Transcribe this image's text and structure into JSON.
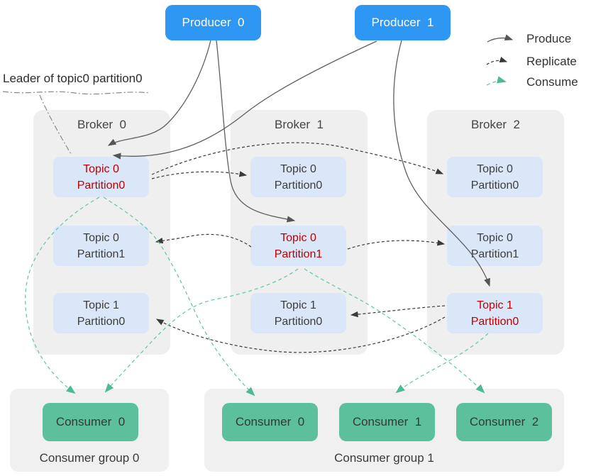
{
  "annotation": {
    "leader_note": "Leader of topic0 partition0"
  },
  "producers": [
    {
      "label": "Producer  0"
    },
    {
      "label": "Producer  1"
    }
  ],
  "brokers": [
    {
      "title": "Broker  0",
      "partitions": [
        {
          "line1": "Topic 0",
          "line2": "Partition0",
          "leader": true
        },
        {
          "line1": "Topic 0",
          "line2": "Partition1",
          "leader": false
        },
        {
          "line1": "Topic 1",
          "line2": "Partition0",
          "leader": false
        }
      ]
    },
    {
      "title": "Broker  1",
      "partitions": [
        {
          "line1": "Topic 0",
          "line2": "Partition0",
          "leader": false
        },
        {
          "line1": "Topic 0",
          "line2": "Partition1",
          "leader": true
        },
        {
          "line1": "Topic 1",
          "line2": "Partition0",
          "leader": false
        }
      ]
    },
    {
      "title": "Broker  2",
      "partitions": [
        {
          "line1": "Topic 0",
          "line2": "Partition0",
          "leader": false
        },
        {
          "line1": "Topic 0",
          "line2": "Partition1",
          "leader": false
        },
        {
          "line1": "Topic 1",
          "line2": "Partition0",
          "leader": true
        }
      ]
    }
  ],
  "consumer_groups": [
    {
      "label": "Consumer group 0",
      "consumers": [
        {
          "label": "Consumer  0"
        }
      ]
    },
    {
      "label": "Consumer group 1",
      "consumers": [
        {
          "label": "Consumer  0"
        },
        {
          "label": "Consumer  1"
        },
        {
          "label": "Consumer  2"
        }
      ]
    }
  ],
  "legend": {
    "items": [
      {
        "label": "Produce"
      },
      {
        "label": "Replicate"
      },
      {
        "label": "Consume"
      }
    ]
  },
  "edges": {
    "produce": [
      "Producer 0 -> Broker 0 / Topic 0 Partition0",
      "Producer 0 -> Broker 1 / Topic 0 Partition1",
      "Producer 1 -> Broker 0 / Topic 0 Partition0",
      "Producer 1 -> Broker 2 / Topic 1 Partition0"
    ],
    "replicate": [
      "Broker 0 Topic 0 Partition0 -> Broker 1 Topic 0 Partition0",
      "Broker 0 Topic 0 Partition0 -> Broker 2 Topic 0 Partition0",
      "Broker 1 Topic 0 Partition1 -> Broker 0 Topic 0 Partition1",
      "Broker 1 Topic 0 Partition1 -> Broker 2 Topic 0 Partition1",
      "Broker 2 Topic 1 Partition0 -> Broker 1 Topic 1 Partition0",
      "Broker 2 Topic 1 Partition0 -> Broker 0 Topic 1 Partition0"
    ],
    "consume": [
      "Broker 0 Topic 0 Partition0 -> Consumer group 0 / Consumer 0",
      "Broker 0 Topic 0 Partition0 -> Consumer group 1 / Consumer 0",
      "Broker 1 Topic 0 Partition1 -> Consumer group 0 / Consumer 0",
      "Broker 1 Topic 0 Partition1 -> Consumer group 1 / Consumer 2",
      "Broker 2 Topic 1 Partition0 -> Consumer group 1 / Consumer 1"
    ],
    "leader_callout": "Leader of topic0 partition0 -> Broker 0 Topic 0 Partition0"
  },
  "colors": {
    "producer_blue": "#2e96f3",
    "partition_blue": "#d9e7f8",
    "leader_red": "#c00000",
    "broker_gray": "#efefef",
    "consumer_green": "#5dc09c",
    "produce_arrow": "#5f5f5f",
    "replicate_arrow": "#3a3a3a",
    "consume_arrow": "#6cc9a3"
  }
}
